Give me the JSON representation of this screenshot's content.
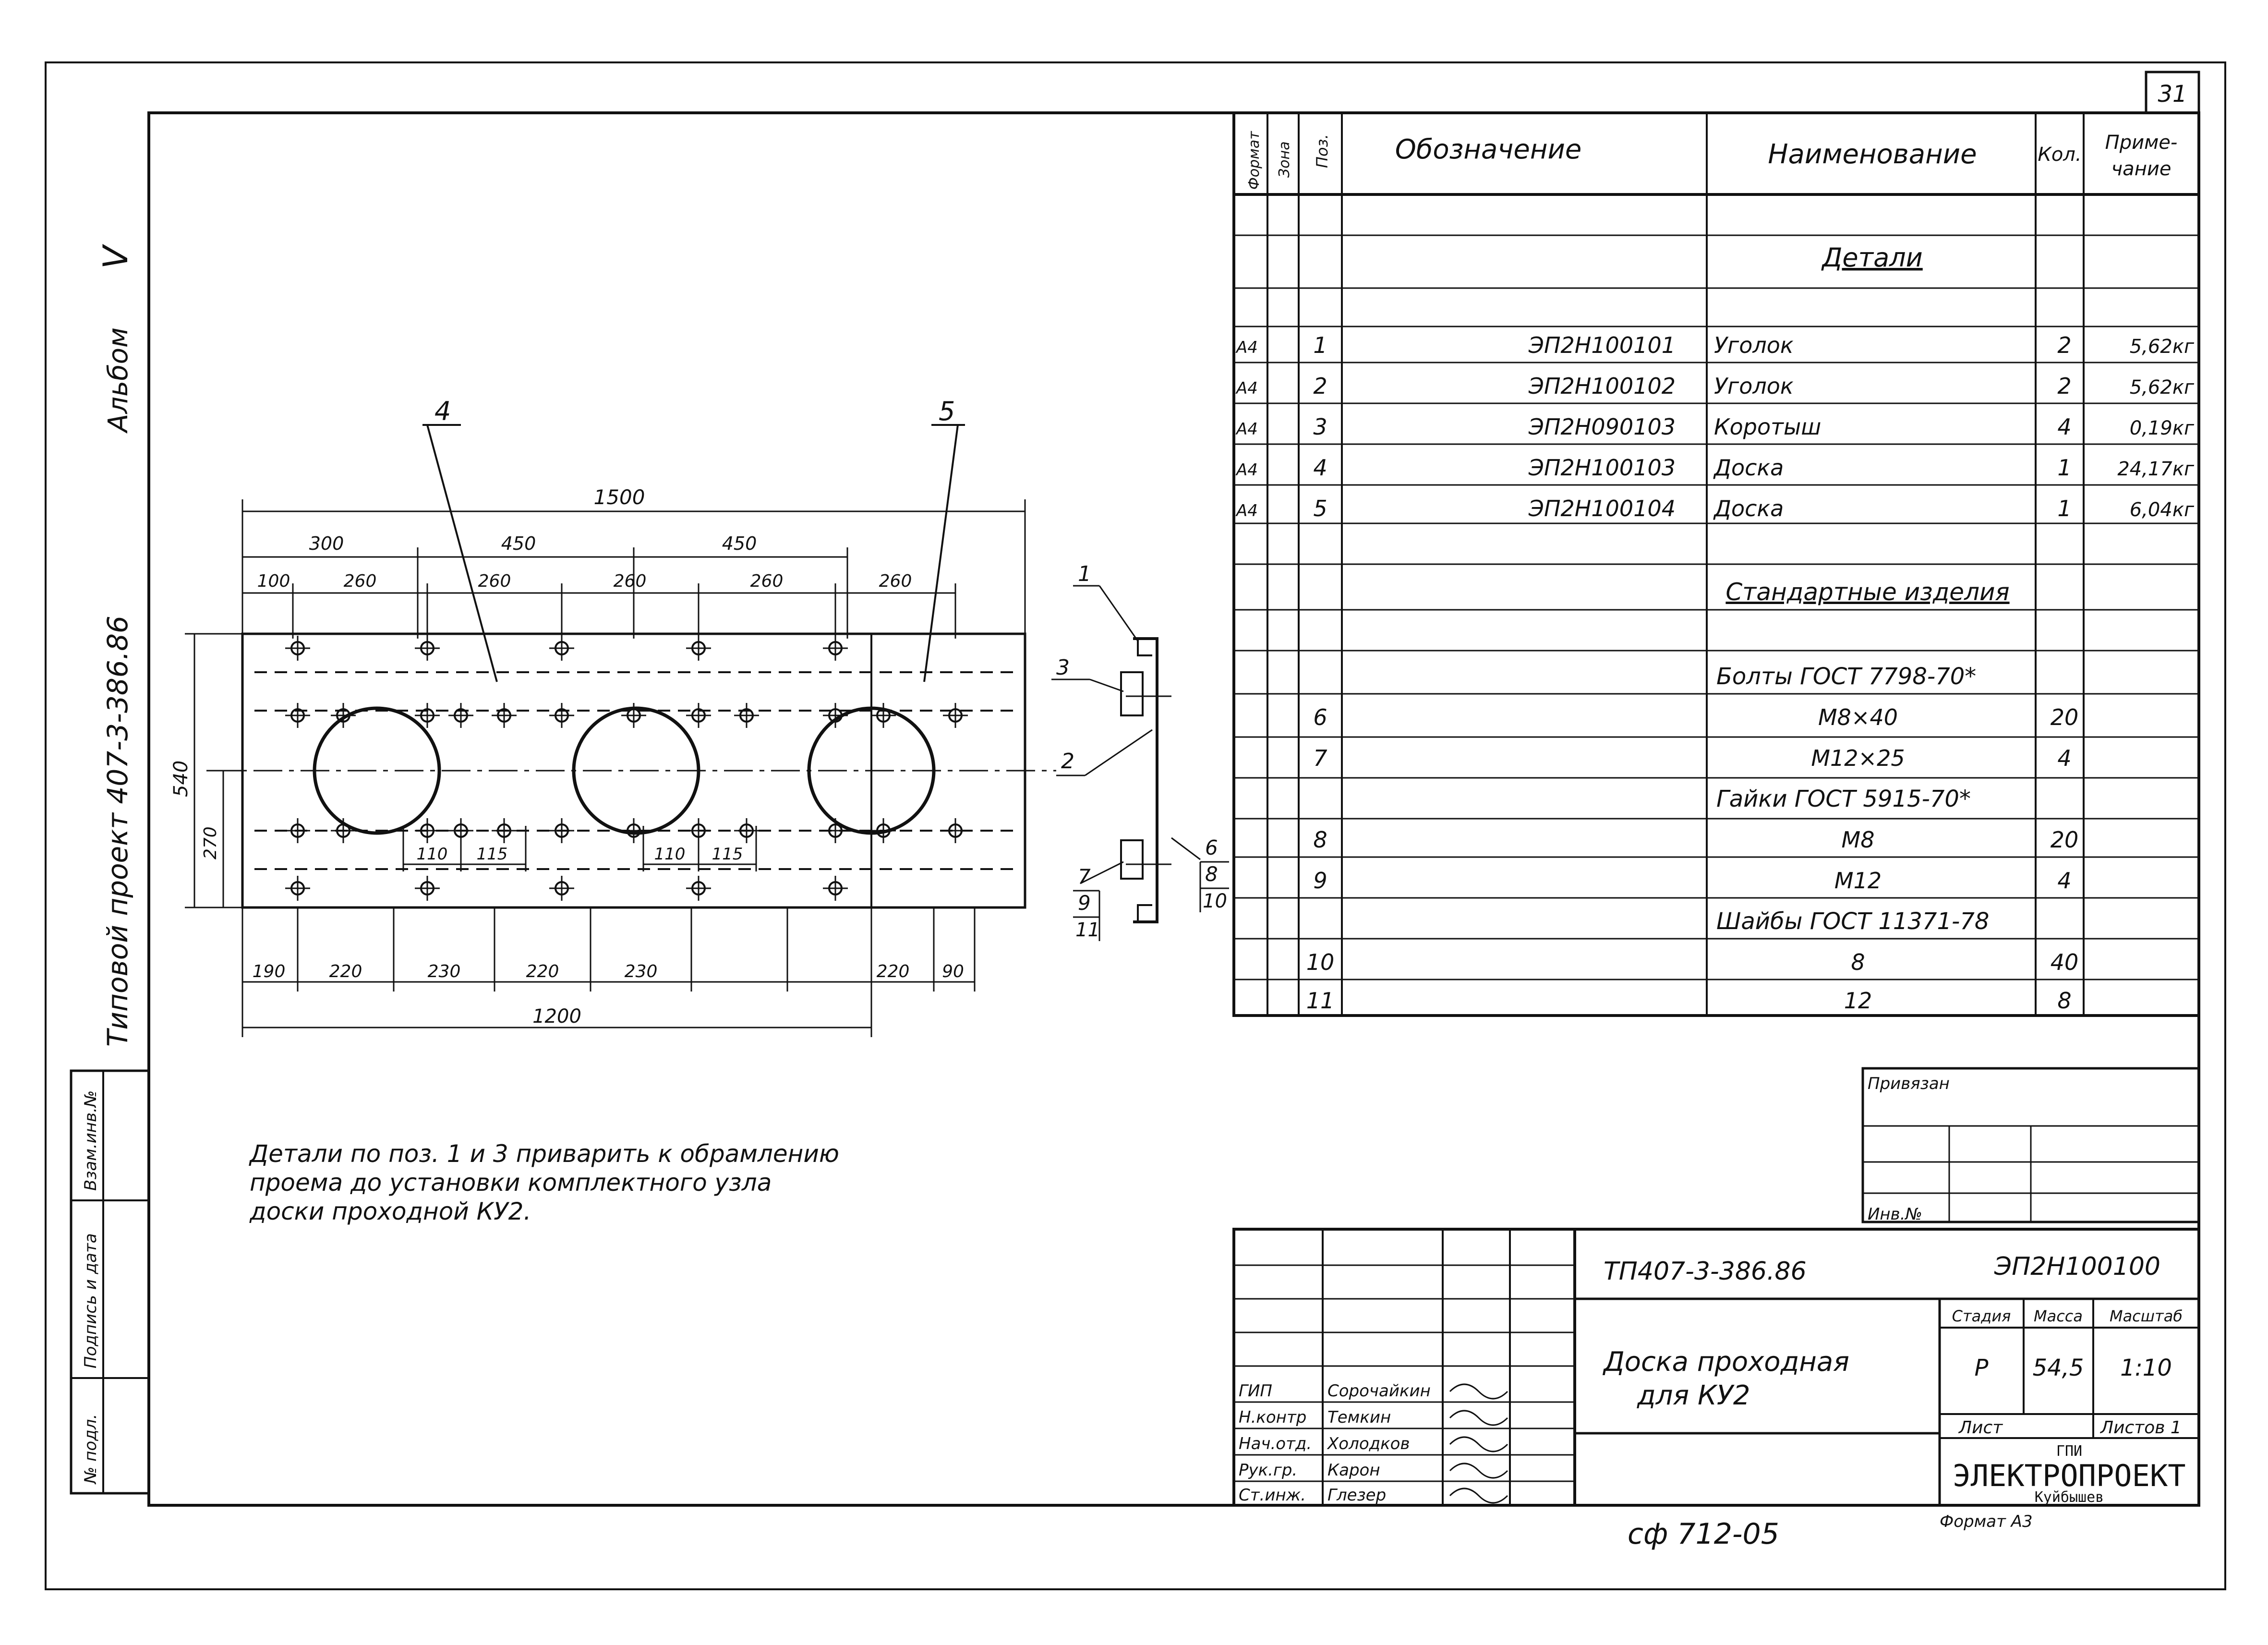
{
  "page_number": "31",
  "margin": {
    "album": "Альбом",
    "album_roman": "V",
    "project": "Типовой проект 407-3-386.86",
    "stamp_cells": [
      "№ подл.",
      "Подпись и дата",
      "Взам.инв.№"
    ]
  },
  "spec_table": {
    "headers": {
      "format": "Формат",
      "zone": "Зона",
      "pos": "Поз.",
      "designation": "Обозначение",
      "name": "Наименование",
      "qty": "Кол.",
      "note": "Приме-чание"
    },
    "section_details": "Детали",
    "details": [
      {
        "format": "А4",
        "pos": "1",
        "designation": "ЭП2Н100101",
        "name": "Уголок",
        "qty": "2",
        "note": "5,62кг"
      },
      {
        "format": "А4",
        "pos": "2",
        "designation": "ЭП2Н100102",
        "name": "Уголок",
        "qty": "2",
        "note": "5,62кг"
      },
      {
        "format": "А4",
        "pos": "3",
        "designation": "ЭП2Н090103",
        "name": "Коротыш",
        "qty": "4",
        "note": "0,19кг"
      },
      {
        "format": "А4",
        "pos": "4",
        "designation": "ЭП2Н100103",
        "name": "Доска",
        "qty": "1",
        "note": "24,17кг"
      },
      {
        "format": "А4",
        "pos": "5",
        "designation": "ЭП2Н100104",
        "name": "Доска",
        "qty": "1",
        "note": "6,04кг"
      }
    ],
    "section_std": "Стандартные изделия",
    "bolts_group": "Болты ГОСТ 7798-70*",
    "nuts_group": "Гайки ГОСТ 5915-70*",
    "washers_group": "Шайбы ГОСТ 11371-78",
    "std_rows": [
      {
        "pos": "6",
        "name": "М8×40",
        "qty": "20"
      },
      {
        "pos": "7",
        "name": "М12×25",
        "qty": "4"
      },
      {
        "pos": "8",
        "name": "М8",
        "qty": "20"
      },
      {
        "pos": "9",
        "name": "М12",
        "qty": "4"
      },
      {
        "pos": "10",
        "name": "8",
        "qty": "40"
      },
      {
        "pos": "11",
        "name": "12",
        "qty": "8"
      }
    ]
  },
  "drawing": {
    "leader_4": "4",
    "leader_5": "5",
    "dims_top": {
      "overall": "1500",
      "d300": "300",
      "d450a": "450",
      "d450b": "450",
      "d100": "100",
      "d260": "260"
    },
    "dims_side": {
      "height": "540",
      "half": "270"
    },
    "dims_mid": {
      "a110": "110",
      "a115": "115",
      "b110": "110",
      "b115": "115"
    },
    "dims_bottom": {
      "d190": "190",
      "d220a": "220",
      "d230a": "230",
      "d220b": "220",
      "d230b": "230",
      "d220c": "220",
      "d90": "90",
      "overall": "1200"
    },
    "section_labels": [
      "1",
      "2",
      "3",
      "6",
      "8",
      "10",
      "7",
      "9",
      "11"
    ]
  },
  "note": [
    "Детали по поз. 1 и 3 приварить к обрамлению",
    "проема до установки комплектного узла",
    "доски проходной КУ2."
  ],
  "bind_block": {
    "tied": "Привязан",
    "inv": "Инв.№"
  },
  "title_block": {
    "project_code": "ТП407-3-386.86",
    "drawing_code": "ЭП2Н100100",
    "title_line1": "Доска проходная",
    "title_line2": "для КУ2",
    "stage_label": "Стадия",
    "mass_label": "Масса",
    "scale_label": "Масштаб",
    "stage": "Р",
    "mass": "54,5",
    "scale": "1:10",
    "sheet_label": "Лист",
    "sheets_label": "Листов 1",
    "org_top": "ГПИ",
    "org": "ЭЛЕКТРОПРОЕКТ",
    "city": "Куйбышев",
    "roles": [
      {
        "role": "ГИП",
        "name": "Сорочайкин"
      },
      {
        "role": "Н.контр",
        "name": "Темкин"
      },
      {
        "role": "Нач.отд.",
        "name": "Холодков"
      },
      {
        "role": "Рук.гр.",
        "name": "Карон"
      },
      {
        "role": "Ст.инж.",
        "name": "Глезер"
      }
    ]
  },
  "footer": {
    "form": "сф 712-05",
    "format": "Формат А3"
  }
}
